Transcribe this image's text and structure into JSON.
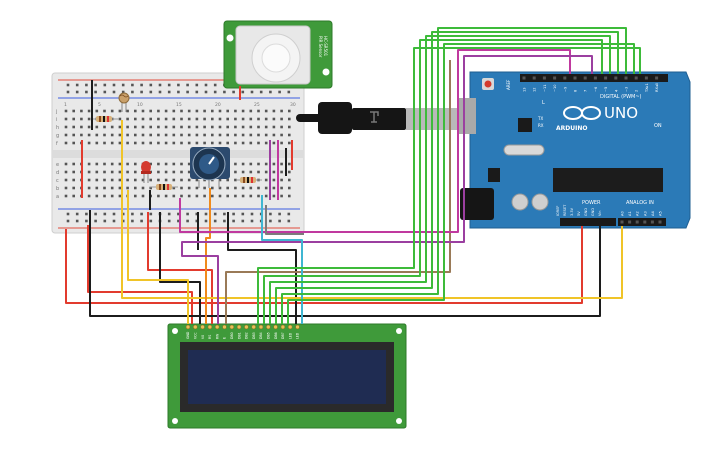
{
  "board": {
    "brand_text": "ARDUINO",
    "model_text": "UNO",
    "on_text": "ON",
    "l_text": "L",
    "tx_text": "TX",
    "rx_text": "RX",
    "digital_label": "DIGITAL (PWM~)",
    "power_label": "POWER",
    "analog_label": "ANALOG IN",
    "reset_label": "RESET",
    "aref_label": "AREF",
    "gnd_label": "GND",
    "ioref_label": "IOREF",
    "v33_label": "3.3V",
    "v5_label": "5V",
    "vin_label": "Vin",
    "digital_pins": [
      "13",
      "12",
      "~11",
      "~10",
      "~9",
      "8",
      "7",
      "~6",
      "~5",
      "4",
      "~3",
      "2",
      "TX▸1",
      "RX◂0"
    ],
    "analog_pins": [
      "A0",
      "A1",
      "A2",
      "A3",
      "A4",
      "A5"
    ]
  },
  "pir": {
    "side_text_1": "PIR Sensor",
    "side_text_2": "HC-SR501"
  },
  "breadboard": {
    "row_letters_top": [
      "j",
      "i",
      "h",
      "g",
      "f"
    ],
    "row_letters_bottom": [
      "e",
      "d",
      "c",
      "b",
      "a"
    ],
    "column_numbers": [
      "1",
      "5",
      "10",
      "15",
      "20",
      "25",
      "30"
    ]
  },
  "lcd": {
    "pin_labels": [
      "GND",
      "VCC",
      "V0",
      "RS",
      "RW",
      "E",
      "DB0",
      "DB1",
      "DB2",
      "DB3",
      "DB4",
      "DB5",
      "DB6",
      "DB7",
      "LED",
      "LED"
    ]
  },
  "colors": {
    "arduino_body": "#2b7ab7",
    "arduino_edge": "#1f5f92",
    "breadboard": "#e9e9e9",
    "pcb_green": "#3f9a3a",
    "lcd_screen": "#1f2c52",
    "wire_red": "#e23b2e",
    "wire_black": "#1c1c1c",
    "wire_yellow": "#f0c428",
    "wire_green": "#3dbb3a",
    "wire_purple": "#9b3fa0",
    "wire_magenta": "#c0399f",
    "wire_orange": "#f08a1c",
    "wire_brown": "#9a7a57",
    "wire_cyan": "#3fb6d2",
    "wire_gray": "#7b7b7b",
    "usb_black": "#151515",
    "usb_gray": "#b9b9b9"
  }
}
